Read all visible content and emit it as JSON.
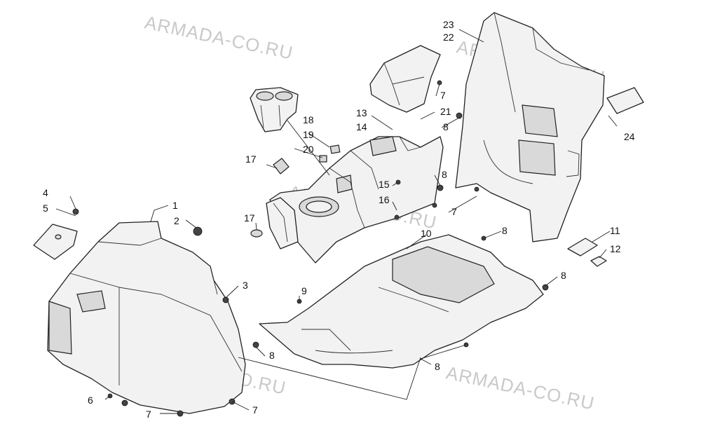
{
  "watermark": "ARMADA-CO.RU",
  "callouts": {
    "c1": "1",
    "c2": "2",
    "c3": "3",
    "c4": "4",
    "c5": "5",
    "c6": "6",
    "c7a": "7",
    "c7b": "7",
    "c7c": "7",
    "c7d": "7",
    "c8a": "8",
    "c8b": "8",
    "c8c": "8",
    "c8d": "8",
    "c8e": "8",
    "c8f": "8",
    "c9": "9",
    "c10": "10",
    "c11": "11",
    "c12": "12",
    "c13": "13",
    "c14": "14",
    "c15": "15",
    "c16": "16",
    "c17a": "17",
    "c17b": "17",
    "c18": "18",
    "c19": "19",
    "c20": "20",
    "c21": "21",
    "c22": "22",
    "c23": "23",
    "c24": "24"
  }
}
